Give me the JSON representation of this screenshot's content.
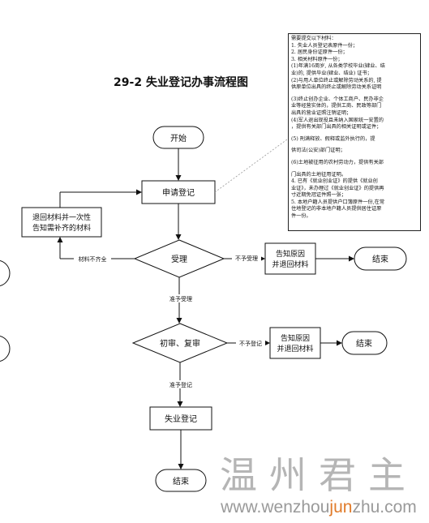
{
  "title": "29-2 失业登记办事流程图",
  "nodes": {
    "start": "开始",
    "apply": "申请登记",
    "return_line1": "退回材料并一次性",
    "return_line2": "告知需补齐的材料",
    "accept": "受理",
    "notify1_line1": "告知原因",
    "notify1_line2": "并退回材料",
    "end1": "结束",
    "review": "初审、复审",
    "notify2_line1": "告知原因",
    "notify2_line2": "并退回材料",
    "end2": "结束",
    "register": "失业登记",
    "end3": "结束"
  },
  "edges": {
    "incomplete": "材料不齐全",
    "reject1": "不予受理",
    "approve1": "准予受理",
    "reject2": "不予登记",
    "approve2": "准予登记"
  },
  "note": {
    "lines": [
      "需要提交以下材料：",
      "1. 失业人员登记表原件一份；",
      "2. 居民身份证原件一份；",
      "3. 相关材料原件一份；",
      "(1)年满16周岁, 从各类学校毕业(肄业、结",
      "业)的, 提供毕业(肄业、结业) 证书；",
      "(2)与用人单位终止或解除劳动关系的, 提",
      "供原单位出具的终止或解除劳动关系证明",
      "",
      "(3)终止创办企业、个体工商户、民办非企",
      "业等经营实体的，提供工商、民政等部门",
      "出具的营业证照注销证明；",
      "(4)军人退出现役且未纳入国家统一安置的",
      "，提供有关部门出具的相关证明或证件；",
      "(5) 刑满释放、假释或监外执行的，提",
      "供司法(公安)部门证明；",
      "(6)土地被征用的农村劳动力，提供有关部",
      "门出具的土地征用证明。",
      "4. 已有《就业创业证》的提供《就业创",
      "业证》，未办理过《就业创业证》的提供再",
      "寸近期免冠证件照一张；",
      "5. 本地户籍人员提供户口簿原件一份,在常",
      "住地登记的非本地户籍人员提供居住证原",
      "件一份。"
    ]
  },
  "watermark": {
    "chinese": "温州君主",
    "url_part1": "www.wenzhou",
    "url_part2": "jun",
    "url_part3": "zhu.com"
  },
  "colors": {
    "line": "#111111",
    "watermark_text": "#a9a9a9",
    "watermark_accent": "#e07b2a"
  }
}
